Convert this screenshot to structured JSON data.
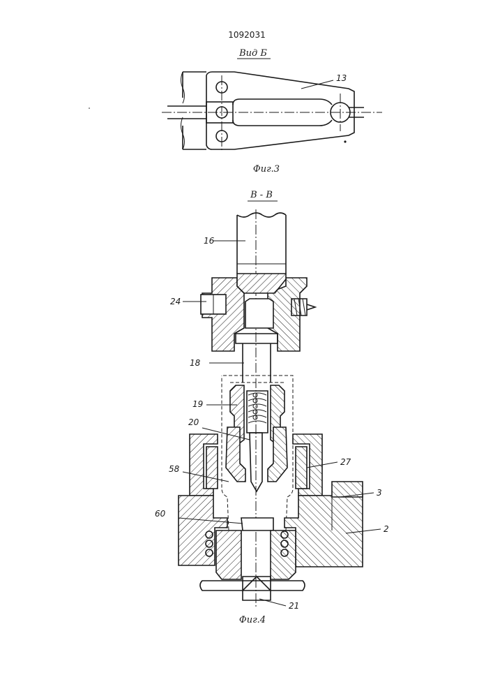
{
  "document": {
    "patent_number": "1092031"
  },
  "figure3": {
    "view_title": "Вид Б",
    "caption": "Фиг.3",
    "labels": {
      "part13": "13"
    }
  },
  "figure4": {
    "section_title": "В - В",
    "caption": "Фиг.4",
    "labels": {
      "part16": "16",
      "part24": "24",
      "part18": "18",
      "part19": "19",
      "part20": "20",
      "part27": "27",
      "part58": "58",
      "part3": "3",
      "part60": "60",
      "part2": "2",
      "part21": "21"
    }
  }
}
